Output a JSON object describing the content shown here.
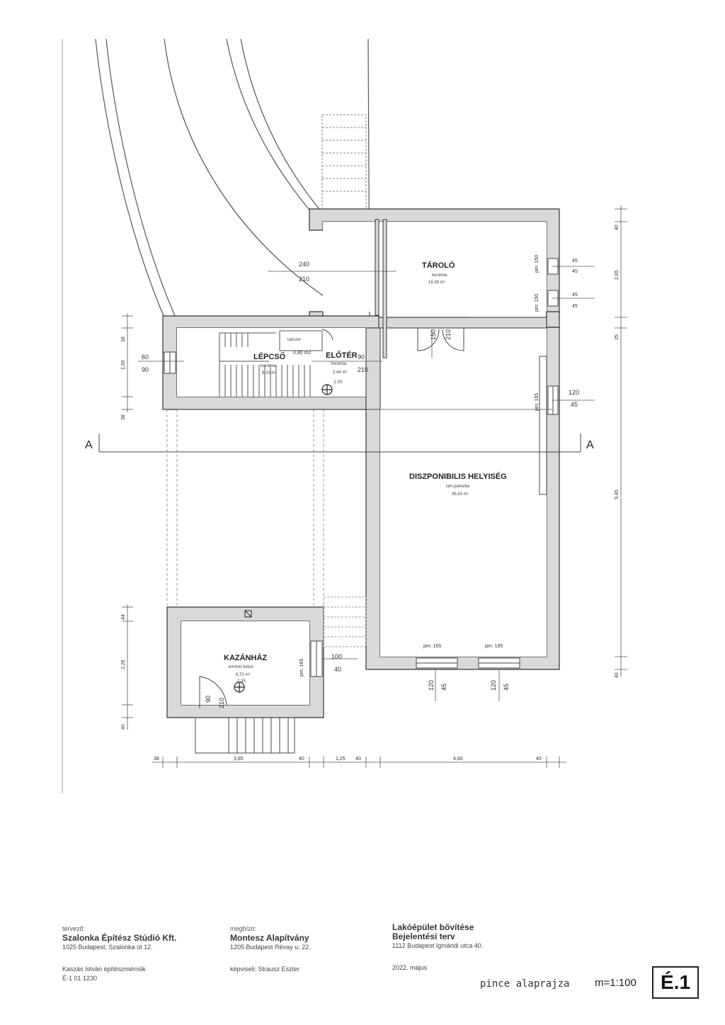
{
  "rooms": {
    "taroLo": {
      "name": "TÁROLÓ",
      "floor": "kerámia",
      "area": "18,39 m²"
    },
    "lepcso": {
      "name": "LÉPCSŐ",
      "floor": "kerámia",
      "area": "8,20 m²"
    },
    "eloter": {
      "name": "ELŐTÉR",
      "floor": "kerámia",
      "area": "2,44 m²",
      "level": "-2,55"
    },
    "takaro": {
      "name": "takszer",
      "area": "0,80 m2"
    },
    "diszponibilis": {
      "name": "DISZPONIBILIS HELYISÉG",
      "floor": "lam.parketta",
      "area": "45,63 m²"
    },
    "kazanhaz": {
      "name": "KAZÁNHÁZ",
      "floor": "simított beton",
      "area": "6,70 m²",
      "level": "-2,35"
    }
  },
  "openings": {
    "o1": {
      "top": "240",
      "bottom": "210"
    },
    "o2": {
      "top": "60",
      "bottom": "90"
    },
    "o3": {
      "top": "90",
      "bottom": "210"
    },
    "door_tar": {
      "a": "150",
      "b": "210"
    },
    "win_right1": {
      "a": "45",
      "b": "45"
    },
    "win_right2": {
      "a": "45",
      "b": "45"
    },
    "win_right3": {
      "a": "120",
      "b": "45"
    },
    "kaz_window": {
      "a": "100",
      "b": "40"
    },
    "kaz_door": {
      "a": "90",
      "b": "210"
    },
    "bottom_win1": {
      "a": "120",
      "b": "45"
    },
    "bottom_win2": {
      "a": "120",
      "b": "45"
    }
  },
  "sill_labels": {
    "pm150_a": "pm: 150",
    "pm150_b": "pm: 150",
    "pm165_a": "pm: 165",
    "pm165_b": "pm: 165",
    "pm165_c": "pm: 165",
    "pm165_d": "pm: 165"
  },
  "dims_right": [
    "40",
    "2,85",
    "25",
    "9,45",
    "40"
  ],
  "dims_left_top": [
    "38",
    "1,95",
    "38"
  ],
  "dims_left_bottom": [
    "44",
    "2,26",
    "40"
  ],
  "dims_bottom": [
    "38",
    "3,85",
    "40",
    "1,25",
    "40",
    "4,80",
    "40"
  ],
  "section": {
    "left": "A",
    "right": "A"
  },
  "title_block": {
    "designer_label": "tervező:",
    "designer_name": "Szalonka Építész Stúdió Kft.",
    "designer_address": "1025 Budapest, Szalonka út 12.",
    "engineer_name": "Kaszás István építészmérnök",
    "engineer_id": "É-1 01 1230",
    "client_label": "megbízó:",
    "client_name": "Montesz Alapítvány",
    "client_address": "1205 Budapest Révay u. 22.",
    "client_rep": "képviseli: Strausz Eszter",
    "project_title": "Lakóépület bővítése",
    "project_type": "Bejelentési terv",
    "project_address": "1112 Budapest Igmándi utca 40.",
    "date": "2022. május",
    "sheet_name": "pince alaprajza",
    "scale": "m=1:100",
    "sheet_number": "É.1"
  }
}
